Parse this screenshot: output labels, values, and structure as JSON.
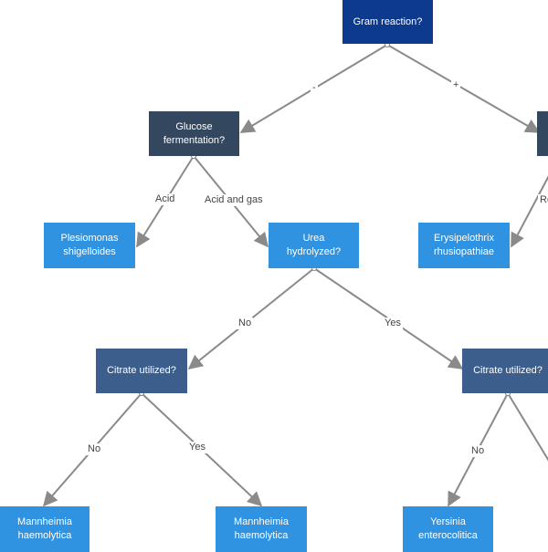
{
  "colors": {
    "root": "#0d3a8c",
    "question_dark": "#33475f",
    "question_mid": "#3b5e8c",
    "result": "#2f93e2",
    "edge": "#8a8a8a"
  },
  "nodes": {
    "gram": "Gram reaction?",
    "glucose": "Glucose\nfermentation?",
    "right_question": "",
    "plesiomonas": "Plesiomonas\nshigelloides",
    "urea": "Urea\nhydrolyzed?",
    "erysipelothrix": "Erysipelothrix\nrhusiopathiae",
    "citrate_left": "Citrate utilized?",
    "citrate_right": "Citrate utilized?",
    "mannheimia_1": "Mannheimia\nhaemolytica",
    "mannheimia_2": "Mannheimia\nhaemolytica",
    "yersinia": "Yersinia\nenterocolitica"
  },
  "edges": {
    "gram_minus": "-",
    "gram_plus": "+",
    "acid": "Acid",
    "acid_and_gas": "Acid and gas",
    "right_cut": "Ro",
    "urea_no": "No",
    "urea_yes": "Yes",
    "citrate_left_no": "No",
    "citrate_left_yes": "Yes",
    "citrate_right_no": "No"
  }
}
